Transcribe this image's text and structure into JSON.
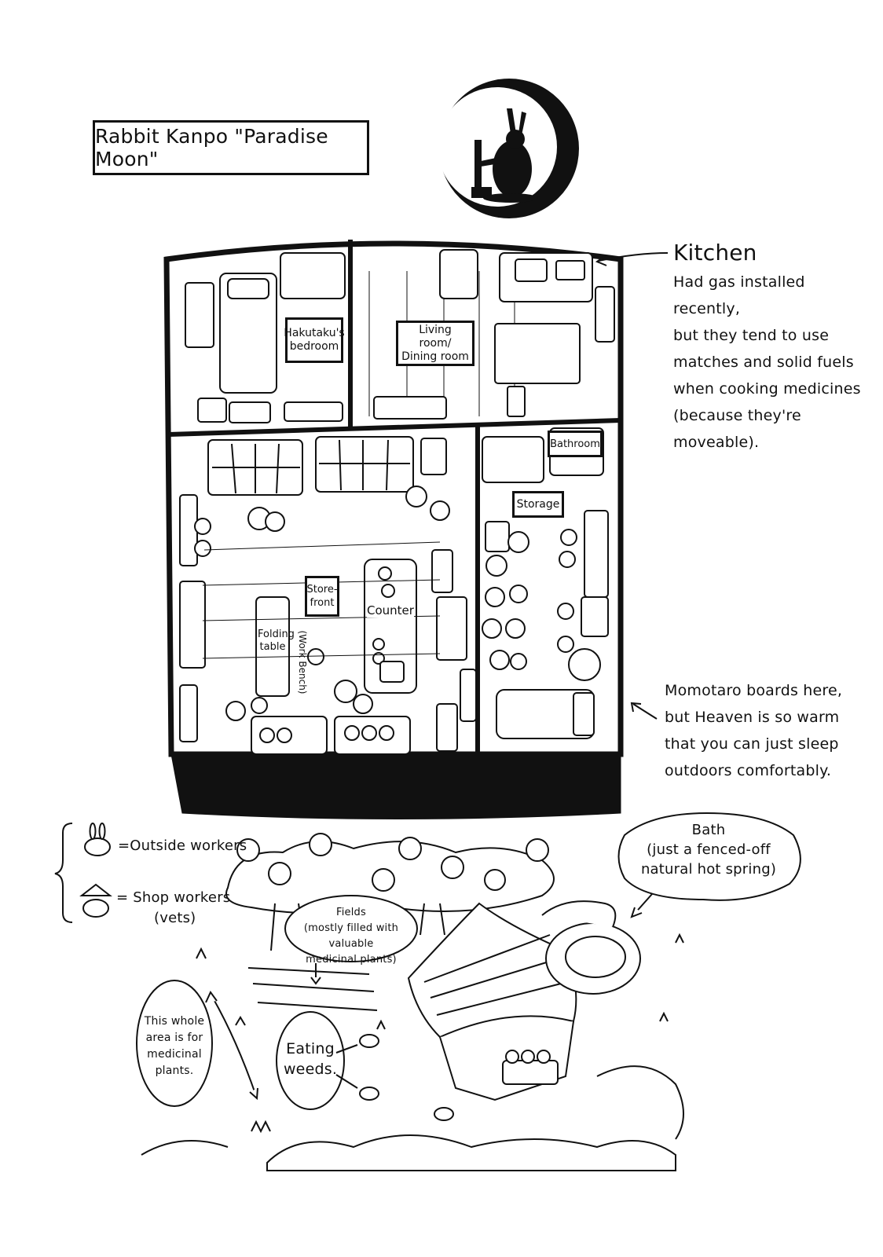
{
  "title": "Rabbit Kanpo \"Paradise Moon\"",
  "rooms": {
    "bedroom": "Hakutaku's bedroom",
    "living": "Living room/ Dining room",
    "bathroom": "Bathroom",
    "storage": "Storage",
    "storefront": "Store- front",
    "counter": "Counter",
    "folding_table": "Folding table",
    "work_bench": "(Work Bench)"
  },
  "kitchen": {
    "title": "Kitchen",
    "lines": [
      "Had gas installed recently,",
      "but they tend to use",
      "matches and solid fuels",
      "when cooking medicines",
      "(because they're moveable)."
    ]
  },
  "momotaro": {
    "lines": [
      "Momotaro boards here,",
      "but Heaven is so warm",
      "that you can just sleep",
      "outdoors comfortably."
    ]
  },
  "legend": {
    "outside": "=Outside workers",
    "shop": "= Shop workers",
    "shop_sub": "(vets)"
  },
  "bubbles": {
    "bath": [
      "Bath",
      "(just a fenced-off",
      "natural hot spring)"
    ],
    "fields": [
      "Fields",
      "(mostly filled with valuable",
      "medicinal plants)"
    ],
    "area": [
      "This whole",
      "area is for",
      "medicinal",
      "plants."
    ],
    "eating": [
      "Eating",
      "weeds."
    ]
  },
  "icons": [
    "moon-rabbit-logo-icon",
    "rabbit-icon",
    "rabbit-with-hat-icon"
  ]
}
